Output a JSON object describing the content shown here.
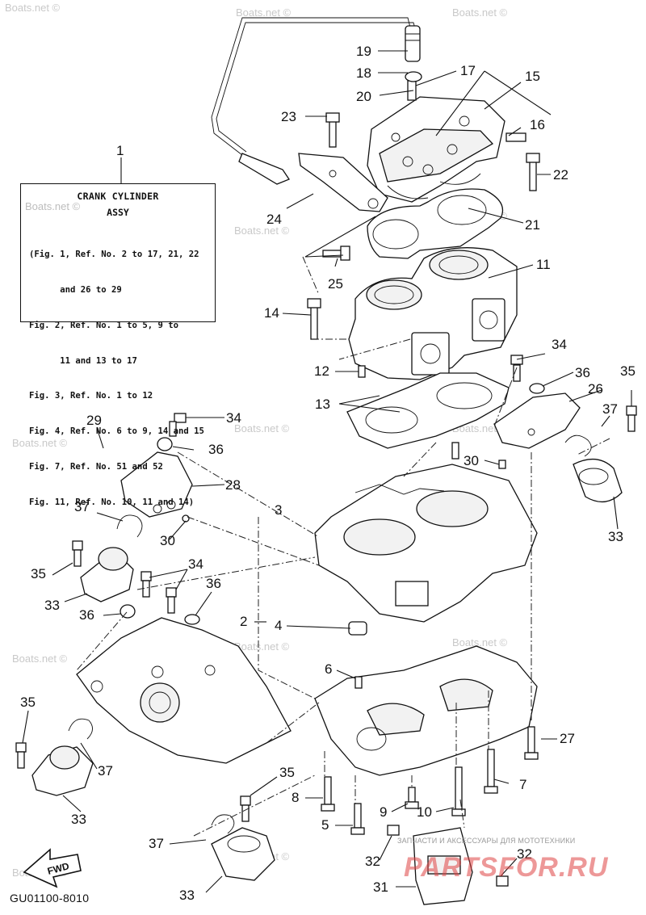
{
  "diagram": {
    "info_box": {
      "number": "1",
      "title": "CRANK CYLINDER",
      "subtitle": "ASSY",
      "lines": [
        "(Fig. 1, Ref. No. 2 to 17, 21, 22",
        "      and 26 to 29",
        "Fig. 2, Ref. No. 1 to 5, 9 to",
        "      11 and 13 to 17",
        "Fig. 3, Ref. No. 1 to 12",
        "Fig. 4, Ref. No. 6 to 9, 14 and 15",
        "Fig. 7, Ref. No. 51 and 52",
        "Fig. 11, Ref. No. 10, 11 and 14)"
      ]
    },
    "callouts": {
      "c2": "2",
      "c3": "3",
      "c4": "4",
      "c5": "5",
      "c6": "6",
      "c7": "7",
      "c8": "8",
      "c9": "9",
      "c10": "10",
      "c11": "11",
      "c12": "12",
      "c13": "13",
      "c14": "14",
      "c15": "15",
      "c16": "16",
      "c17": "17",
      "c18": "18",
      "c19": "19",
      "c20": "20",
      "c21": "21",
      "c22": "22",
      "c23": "23",
      "c24": "24",
      "c25": "25",
      "c26": "26",
      "c27": "27",
      "c28": "28",
      "c29": "29",
      "c30a": "30",
      "c30b": "30",
      "c31": "31",
      "c32a": "32",
      "c32b": "32",
      "c33a": "33",
      "c33b": "33",
      "c33c": "33",
      "c33d": "33",
      "c34a": "34",
      "c34b": "34",
      "c34c": "34",
      "c35a": "35",
      "c35b": "35",
      "c35c": "35",
      "c35d": "35",
      "c36a": "36",
      "c36b": "36",
      "c36c": "36",
      "c36d": "36",
      "c37a": "37",
      "c37b": "37",
      "c37c": "37",
      "c37d": "37"
    },
    "fwd_label": "FWD",
    "catalog_code": "GU01100-8010",
    "watermark": "Boats.net ©",
    "store_watermark": "ЗАПЧАСТИ И АКСЕССУАРЫ ДЛЯ МОТОТЕХНИКИ",
    "store_logo": "PARTSFOR.RU"
  }
}
